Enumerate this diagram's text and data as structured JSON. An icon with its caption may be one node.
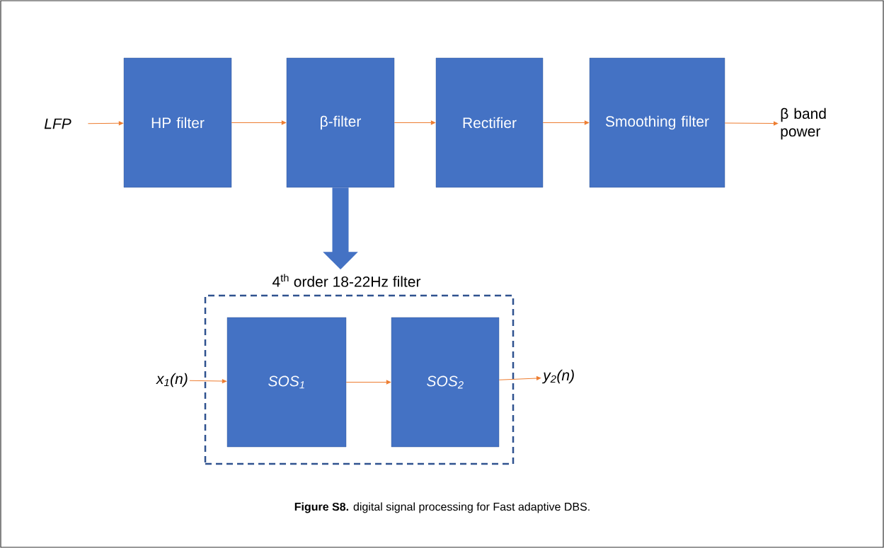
{
  "diagram": {
    "caption": "**Figure S8.** digital signal processing for Fast adaptive DBS.",
    "nodes": [
      {
        "text": [
          "LFP"
        ]
      },
      {
        "text": [
          "HP filter"
        ]
      },
      {
        "text": [
          "β-filter"
        ]
      },
      {
        "text": [
          "Rectifier"
        ]
      },
      {
        "text": [
          "Smoothing filter"
        ]
      },
      {
        "text": [
          "β band power"
        ]
      },
      {
        "text": [
          "4$^{th}$ order 18-22Hz filter"
        ]
      },
      {
        "text": [
          "x$_{1}$(n)"
        ]
      },
      {
        "text": [
          "SOS$_{1}$"
        ],
        "in": 6
      },
      {
        "text": [
          "SOS$_{2}$"
        ],
        "in": 6
      },
      {
        "text": [
          "y$_{2}$(n)"
        ]
      }
    ],
    "edges": [
      {
        "from": 0,
        "to": 1,
        "arrow": "to"
      },
      {
        "from": 1,
        "to": 2,
        "arrow": "to"
      },
      {
        "from": 2,
        "to": 3,
        "arrow": "to"
      },
      {
        "from": 3,
        "to": 4,
        "arrow": "to"
      },
      {
        "from": 4,
        "to": 5,
        "arrow": "to"
      },
      {
        "from": 2,
        "to": 6,
        "arrow": "to",
        "style": "thick",
        "color": "#4472c4"
      },
      {
        "from": 7,
        "to": 8,
        "arrow": "to"
      },
      {
        "from": 8,
        "to": 9,
        "arrow": "to"
      },
      {
        "from": 9,
        "to": 10,
        "arrow": "to"
      }
    ]
  }
}
